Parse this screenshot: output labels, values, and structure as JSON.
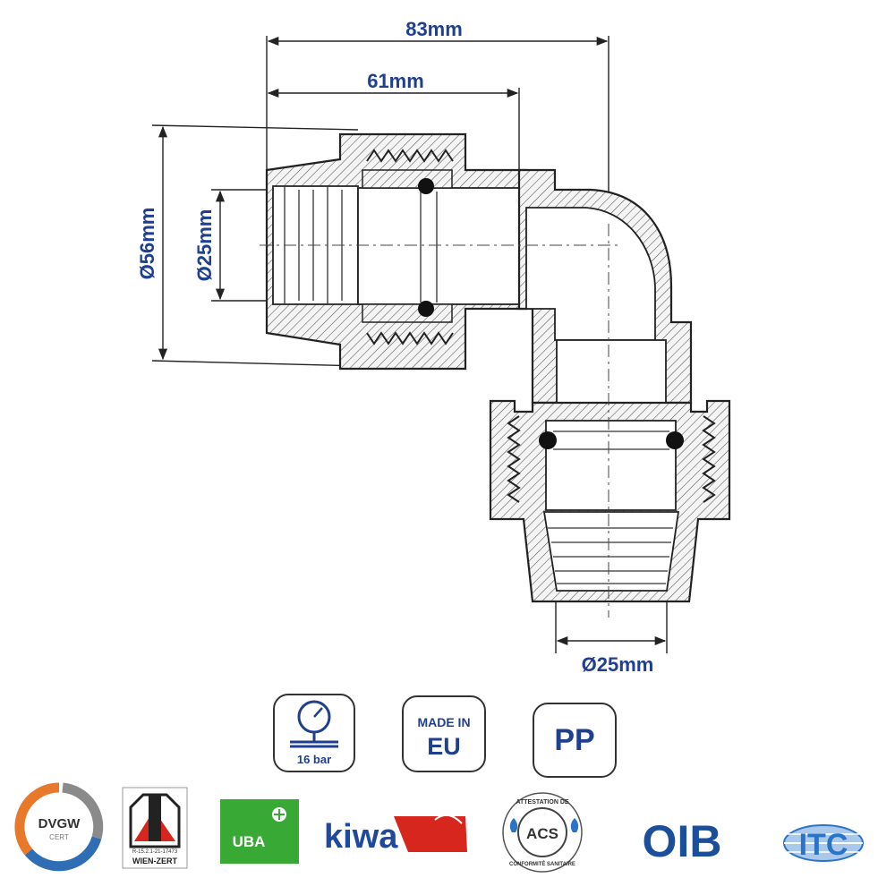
{
  "dimensions": {
    "overall_length": "83mm",
    "body_length": "61mm",
    "outer_diameter": "Ø56mm",
    "inlet_diameter": "Ø25mm",
    "outlet_diameter": "Ø25mm"
  },
  "badges": {
    "pressure": "16 bar",
    "made_in_line1": "MADE IN",
    "made_in_line2": "EU",
    "material": "PP"
  },
  "certifications": {
    "dvgw": "DVGW",
    "dvgw_sub": "CERT",
    "wienzert_code": "R-15.2.1-21-17473",
    "wienzert": "WIEN-ZERT",
    "uba": "UBA",
    "kiwa": "kiwa",
    "acs": "ACS",
    "acs_top": "ATTESTATION DE",
    "acs_bottom": "CONFORMITÉ SANITAIRE",
    "oib": "OIB",
    "itc": "ITC"
  },
  "colors": {
    "dimension_text": "#1f3f8f",
    "dvgw_orange": "#e8782a",
    "dvgw_blue": "#2f6db5",
    "uba_green": "#39a935",
    "kiwa_blue": "#1f4a9c",
    "kiwa_red": "#d7261e",
    "oib_blue": "#1b4f9c",
    "itc_blue": "#2a74c8"
  }
}
